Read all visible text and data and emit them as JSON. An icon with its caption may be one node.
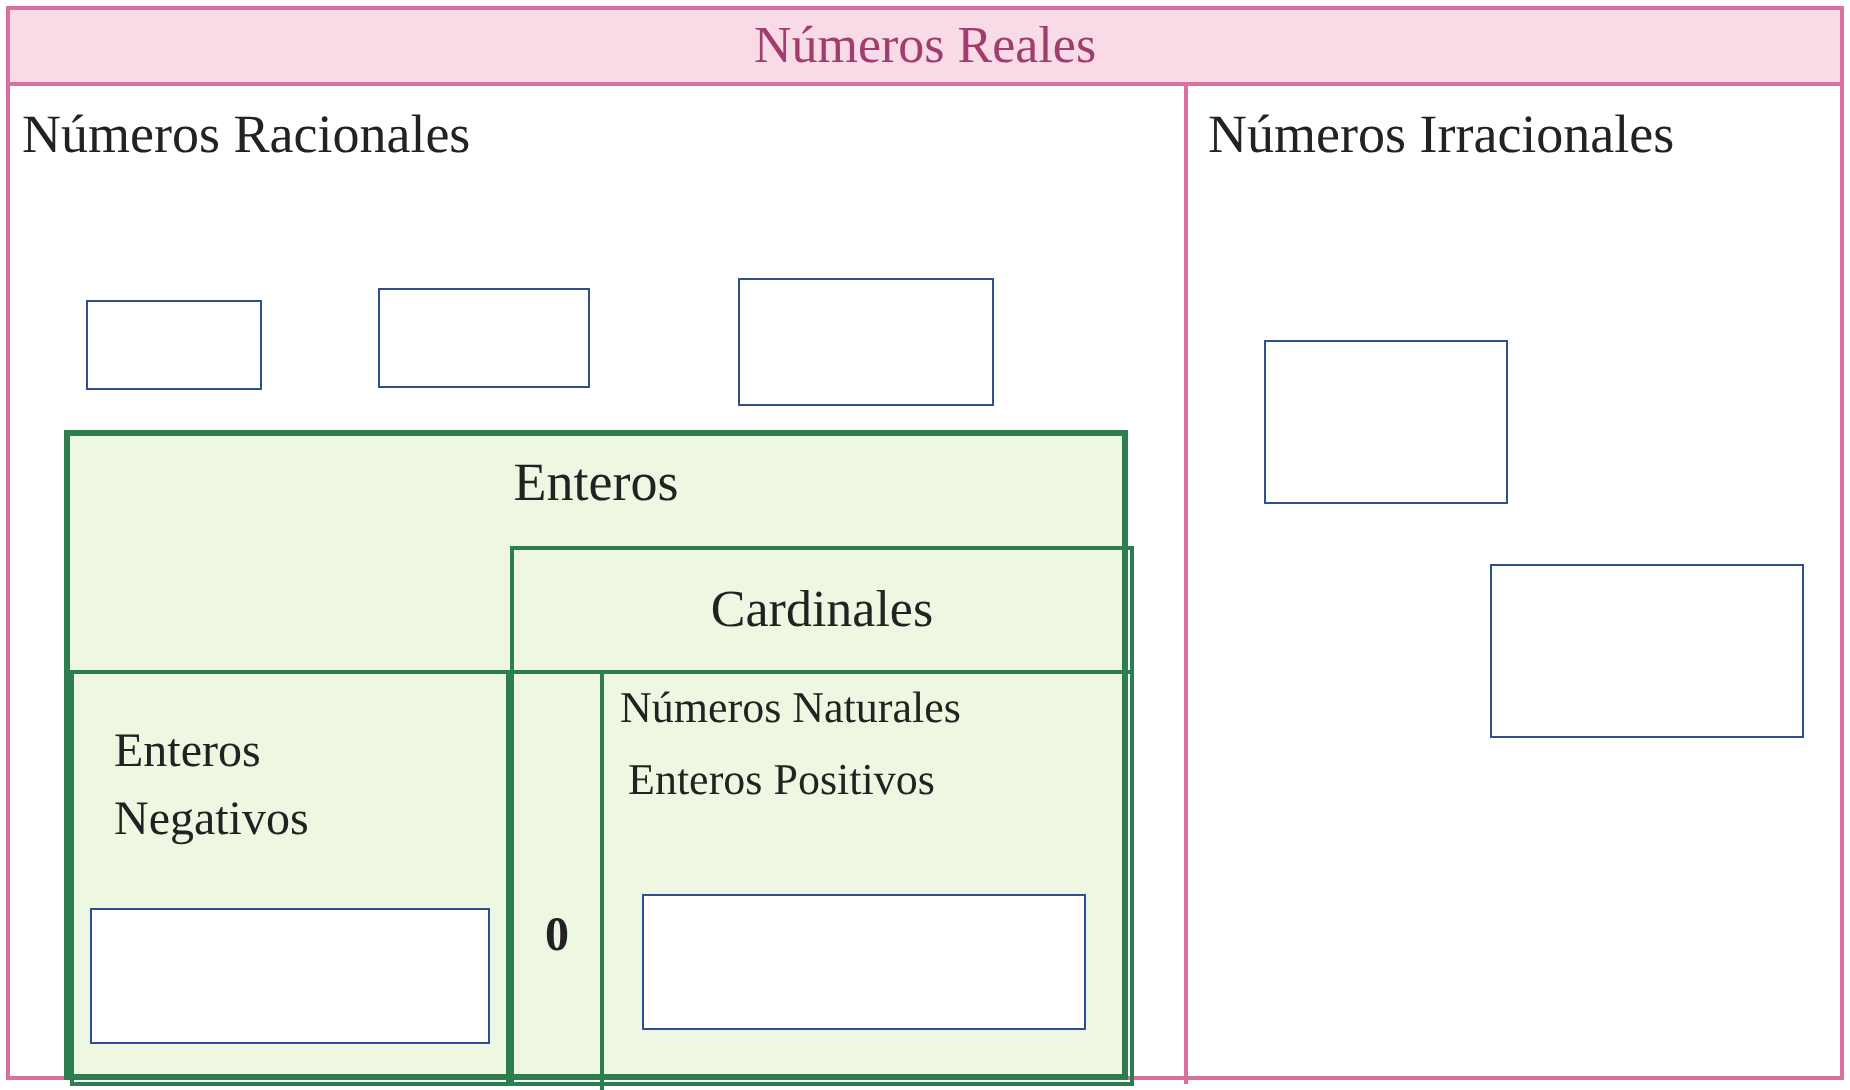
{
  "diagram": {
    "nodes": [
      {
        "text": [
          "Números Reales"
        ]
      },
      {
        "text": [
          "Números Racionales"
        ],
        "in": 0
      },
      {
        "text": [],
        "shape": "box",
        "in": 1
      },
      {
        "text": [],
        "shape": "box",
        "in": 1
      },
      {
        "text": [],
        "shape": "box",
        "in": 1
      },
      {
        "text": [
          "Enteros"
        ],
        "in": 1
      },
      {
        "text": [
          "Cardinales"
        ],
        "in": 5
      },
      {
        "text": [
          "Enteros Negativos"
        ],
        "in": 5
      },
      {
        "text": [],
        "shape": "box",
        "in": 7
      },
      {
        "text": [
          "0"
        ],
        "in": 6
      },
      {
        "text": [
          "Números Naturales",
          "Enteros Positivos"
        ],
        "in": 6
      },
      {
        "text": [],
        "shape": "box",
        "in": 10
      },
      {
        "text": [
          "Números Irracionales"
        ],
        "in": 0
      },
      {
        "text": [],
        "shape": "box",
        "in": 12
      },
      {
        "text": [],
        "shape": "box",
        "in": 12
      }
    ]
  }
}
